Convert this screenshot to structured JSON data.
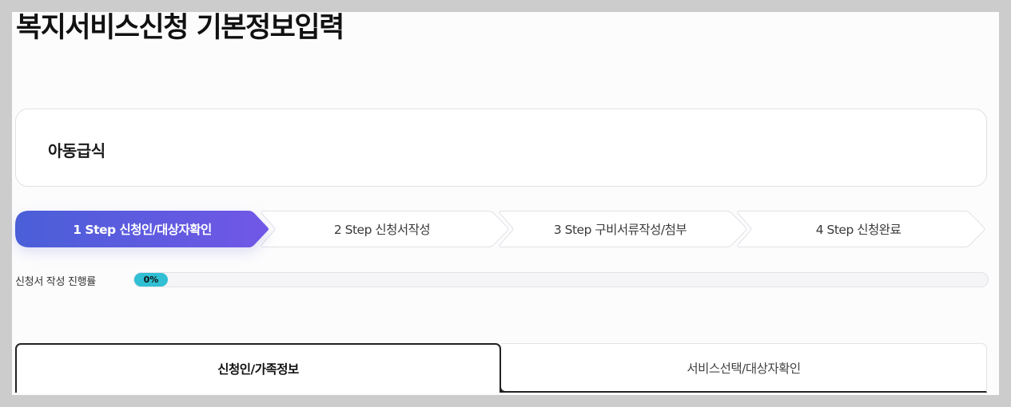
{
  "page": {
    "title": "복지서비스신청 기본정보입력"
  },
  "service_card": {
    "label": "아동급식"
  },
  "steps": [
    {
      "label": "1 Step 신청인/대상자확인",
      "active": true
    },
    {
      "label": "2 Step 신청서작성",
      "active": false
    },
    {
      "label": "3 Step 구비서류작성/첨부",
      "active": false
    },
    {
      "label": "4 Step 신청완료",
      "active": false
    }
  ],
  "progress": {
    "label": "신청서 작성 진행률",
    "value_text": "0%",
    "value": 0,
    "fill_color": "#30bfd3"
  },
  "tabs": [
    {
      "label": "신청인/가족정보",
      "active": true
    },
    {
      "label": "서비스선택/대상자확인",
      "active": false
    }
  ],
  "colors": {
    "step_active_gradient_start": "#4a5fd8",
    "step_active_gradient_end": "#7157e6"
  }
}
